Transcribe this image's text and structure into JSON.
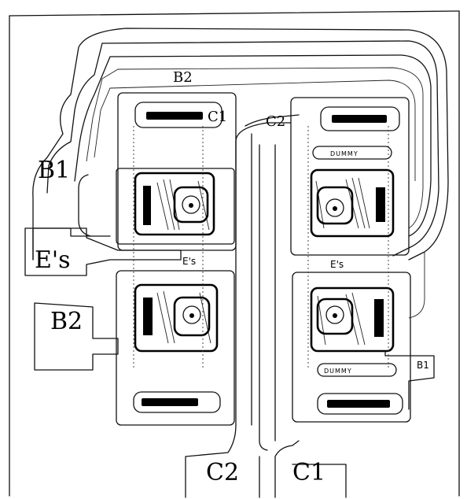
{
  "labels": {
    "b2_top": "B2",
    "c1_top": "C1",
    "c2_top": "C2",
    "b1_left": "B1",
    "es_left": "E's",
    "es_mid_left": "E's",
    "es_mid_right": "E's",
    "b2_left": "B2",
    "b1_right": "B1",
    "dummy_top": "DUMMY",
    "dummy_bottom": "DUMMY",
    "c2_bottom": "C2",
    "c1_bottom": "C1"
  }
}
